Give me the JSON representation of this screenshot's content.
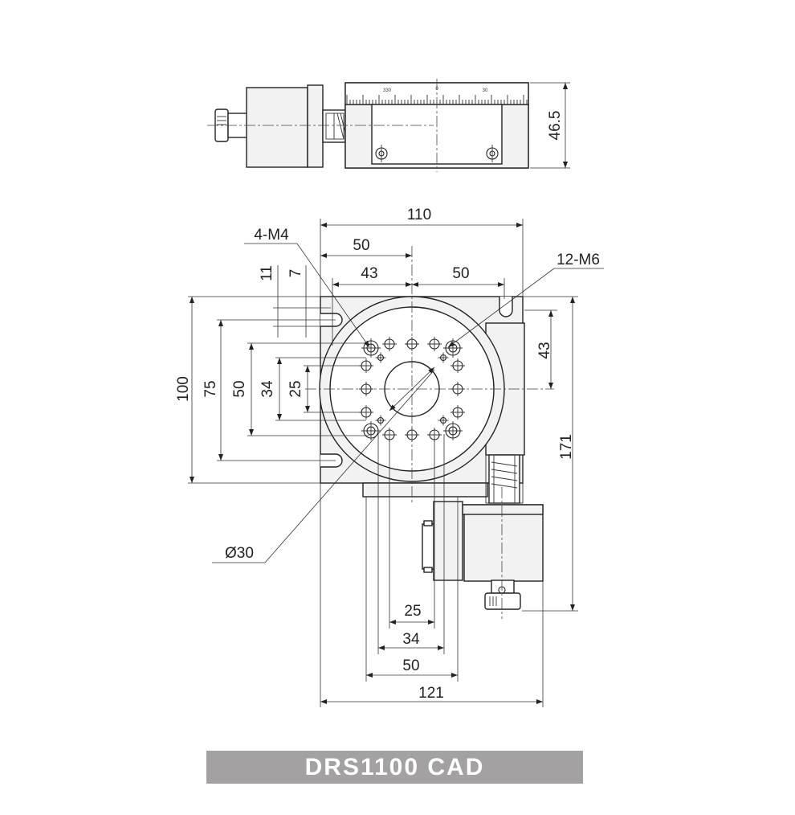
{
  "title": "DRS1100 CAD",
  "side_view": {
    "height_label": "46.5",
    "scale_labels": [
      "330",
      "0",
      "30"
    ]
  },
  "top_view": {
    "width_label": "110",
    "callout_m4": "4-M4",
    "callout_m6": "12-M6",
    "callout_diameter": "Ø30",
    "dim_top_50": "50",
    "dim_top_43": "43",
    "dim_top_50b": "50",
    "dim_11": "11",
    "dim_7": "7",
    "dim_100": "100",
    "dim_75": "75",
    "dim_50": "50",
    "dim_34": "34",
    "dim_25": "25",
    "dim_43_right": "43",
    "dim_171": "171",
    "dim_bottom_25": "25",
    "dim_bottom_34": "34",
    "dim_bottom_50": "50",
    "dim_bottom_121": "121"
  }
}
